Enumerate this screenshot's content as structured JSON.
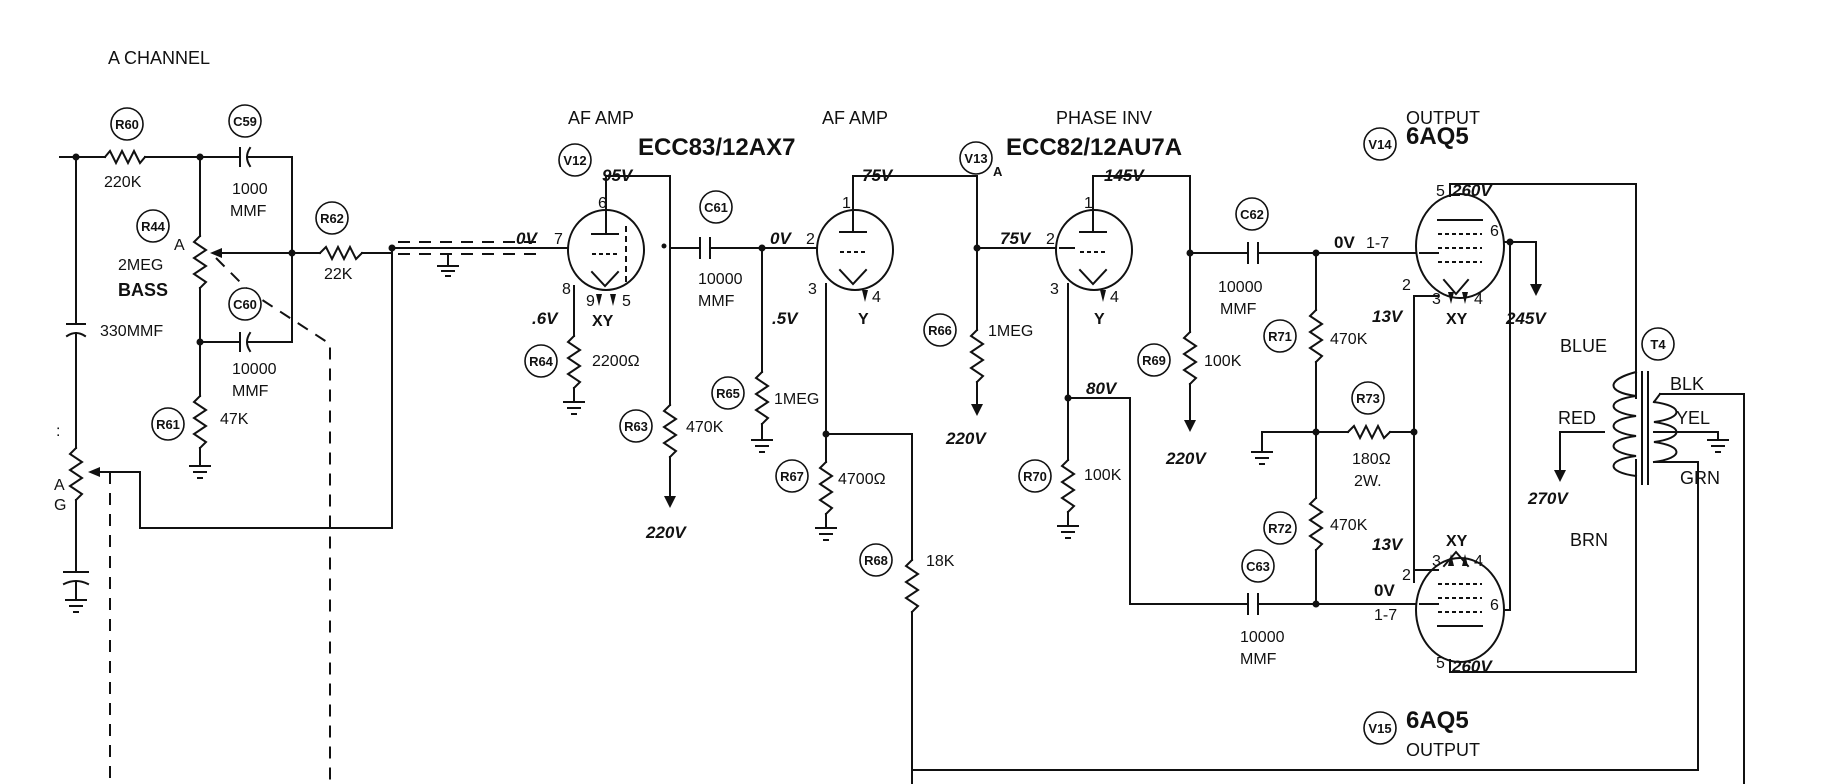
{
  "title": "A CHANNEL",
  "stages": {
    "af_amp_1": "AF AMP",
    "af_amp_2": "AF AMP",
    "phase_inv": "PHASE INV",
    "output_top": "OUTPUT",
    "output_bottom": "OUTPUT"
  },
  "tubes": {
    "v12": {
      "ref": "V12",
      "type": "ECC83/12AX7"
    },
    "v13": {
      "ref": "V13",
      "type": "ECC82/12AU7A",
      "section": "A"
    },
    "v14": {
      "ref": "V14",
      "type": "6AQ5"
    },
    "v15": {
      "ref": "V15",
      "type": "6AQ5"
    }
  },
  "components": {
    "r60": {
      "ref": "R60",
      "value": "220K"
    },
    "c59": {
      "ref": "C59",
      "value1": "1000",
      "value2": "MMF"
    },
    "r44": {
      "ref": "R44",
      "value": "2MEG",
      "name": "BASS",
      "tap": "A"
    },
    "r62": {
      "ref": "R62",
      "value": "22K"
    },
    "c60": {
      "ref": "C60",
      "value1": "10000",
      "value2": "MMF"
    },
    "c_small": {
      "value": "330MMF"
    },
    "r61": {
      "ref": "R61",
      "value": "47K"
    },
    "r64": {
      "ref": "R64",
      "value": "2200Ω"
    },
    "r63": {
      "ref": "R63",
      "value": "470K"
    },
    "c61": {
      "ref": "C61",
      "value1": "10000",
      "value2": "MMF"
    },
    "r65": {
      "ref": "R65",
      "value": "1MEG"
    },
    "r67": {
      "ref": "R67",
      "value": "4700Ω"
    },
    "r68": {
      "ref": "R68",
      "value": "18K"
    },
    "r66": {
      "ref": "R66",
      "value": "1MEG"
    },
    "r70": {
      "ref": "R70",
      "value": "100K"
    },
    "r69": {
      "ref": "R69",
      "value": "100K"
    },
    "c62": {
      "ref": "C62",
      "value1": "10000",
      "value2": "MMF"
    },
    "r71": {
      "ref": "R71",
      "value": "470K"
    },
    "r72": {
      "ref": "R72",
      "value": "470K"
    },
    "r73": {
      "ref": "R73",
      "value1": "180Ω",
      "value2": "2W."
    },
    "c63": {
      "ref": "C63",
      "value1": "10000",
      "value2": "MMF"
    },
    "t4": {
      "ref": "T4"
    }
  },
  "voltages": {
    "v12_plate": "95V",
    "v12_grid": "0V",
    "v12_cath": ".6V",
    "v13_plate1": "75V",
    "v13_grid1": "0V",
    "v13_cath1": ".5V",
    "v13_grid2": "75V",
    "v13_plate2": "145V",
    "v13_cath2": "80V",
    "b_plus_1": "220V",
    "b_plus_2": "220V",
    "b_plus_3": "220V",
    "v14_plate": "260V",
    "v14_grid": "0V",
    "v14_cath": "13V",
    "v14_screen": "245V",
    "v15_grid": "0V",
    "v15_cath": "13V",
    "v15_plate": "260V",
    "t4_ct": "270V"
  },
  "pins": {
    "v12_plate": "6",
    "v12_grid": "7",
    "v12_cath": "8",
    "v12_h1": "9",
    "v12_h2": "5",
    "v12_xy": "XY",
    "v13a_plate": "1",
    "v13a_grid": "2",
    "v13a_cath": "3",
    "v13a_h": "4",
    "v13a_y": "Y",
    "v13b_plate": "1",
    "v13b_grid": "2",
    "v13b_cath": "3",
    "v13b_h": "4",
    "v13b_y": "Y",
    "v14_screen": "5",
    "v14_plate": "6",
    "v14_grid": "1-7",
    "v14_g2": "2",
    "v14_h1": "3",
    "v14_h2": "4",
    "v14_xy": "XY",
    "v15_screen": "5",
    "v15_plate": "6",
    "v15_grid": "1-7",
    "v15_g2": "2",
    "v15_h1": "3",
    "v15_h2": "4",
    "v15_xy": "XY"
  },
  "transformer_leads": {
    "blue": "BLUE",
    "blk": "BLK",
    "red": "RED",
    "yel": "YEL",
    "grn": "GRN",
    "brn": "BRN"
  },
  "partial_left": {
    "colon": ":",
    "cut1": "A",
    "cut2": "G"
  }
}
